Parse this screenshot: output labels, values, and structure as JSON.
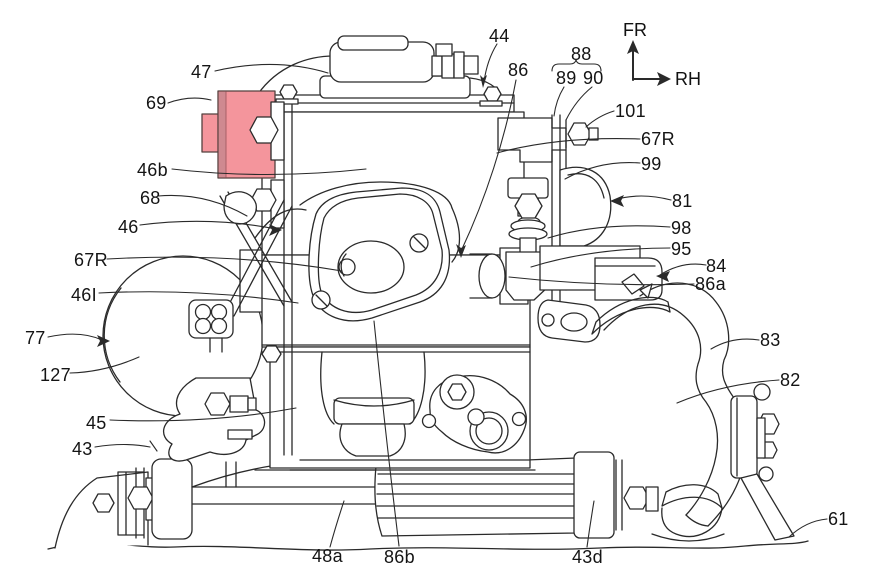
{
  "figure": {
    "kind": "patent-style engine assembly line drawing, side view",
    "highlight_color": "#f4959c",
    "line_color": "#2a2a2a"
  },
  "compass": {
    "up": "FR",
    "right": "RH"
  },
  "labels": {
    "n47": "47",
    "n69": "69",
    "n46b": "46b",
    "n68": "68",
    "n46": "46",
    "n67R_left": "67R",
    "n46I": "46I",
    "n77": "77",
    "n127": "127",
    "n45": "45",
    "n43": "43",
    "n44": "44",
    "n86": "86",
    "n88": "88",
    "n89": "89",
    "n90": "90",
    "n101": "101",
    "n67R_right": "67R",
    "n99": "99",
    "n81": "81",
    "n98": "98",
    "n95": "95",
    "n84": "84",
    "n86a": "86a",
    "n83": "83",
    "n82": "82",
    "n61": "61",
    "n48a": "48a",
    "n86b": "86b",
    "n43d": "43d"
  }
}
